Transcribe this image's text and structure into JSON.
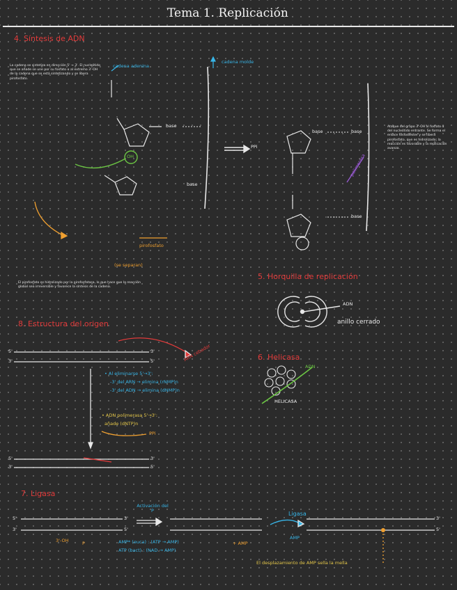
{
  "title": "Tema 1. Replicación",
  "sections": {
    "s4": "4. Síntesis de ADN",
    "s5": "5. Horquilla de replicación",
    "s6": "6. Helicasa",
    "s8": "8. Estructura del origen",
    "s7": "7. Ligasa"
  },
  "s4": {
    "para_left": "La cadena se sintetiza en dirección 5' → 3'. El nucleótido que se añade se une por su fosfato α al extremo 3'-OH de la cadena que se está sintetizando y se libera pirofosfato.",
    "label_adenina": "cadena adenina",
    "label_cadena_molde": "cadena molde",
    "label_oh": "OH",
    "base1": "base",
    "base2": "base",
    "base3": "base",
    "base4": "base",
    "base5": "base",
    "ppi": "PPi",
    "pirofosfato": "pirofosfato",
    "se_separan": "(se separan)",
    "para_right": "Ataque del grupo 3'-OH al fosfato α del nucleótido entrante. Se forma el enlace fosfodiéster y se libera pirofosfato, que es hidrolizado; la reacción es favorable y la replicación avanza.",
    "label_polimerasa": "polimerasa",
    "para_bottom": "El pirofosfato es hidrolizado por la pirofosfatasa, lo que hace que la reacción global sea irreversible y favorece la síntesis de la cadena."
  },
  "s5": {
    "adn": "ADN",
    "anillo": "anillo cerrado"
  },
  "s6": {
    "adn": "ADN",
    "helicasa": "HELICASA"
  },
  "s8": {
    "l1": "• Al eliminarse 5'→3':",
    "l2": "-3' del ARN → elimina (rNMP)n",
    "l3": "-3' del ADN → elimina (dNMP)n",
    "l4": "• ADN polimerasa 5'→3':",
    "l5": "añade (dNTP)n",
    "ppi": "PPi",
    "red_label": "ARN cebador",
    "tick5a": "5'",
    "tick3a": "3'",
    "tick5b": "5'",
    "tick3b": "3'",
    "tick5c": "5'",
    "tick3c": "3'",
    "tick5d": "5'",
    "tick3d": "3'"
  },
  "s7": {
    "activacion": "Activación del P",
    "ligasa": "Ligasa",
    "amp": "AMP",
    "oh": "3'-OH",
    "p": "P",
    "mas_amp": "+ AMP",
    "eq1": "AMP* (euca) : (ATP → AMP)",
    "eq2": "ATP (bact) : (NAD → AMP)",
    "bottom": "El desplazamiento de AMP sella la mella",
    "tick5a": "5'",
    "tick3a": "3'",
    "tick5b": "5'",
    "tick3b": "3'",
    "tick3c": "3'",
    "tick5c": "5'"
  },
  "colors": {
    "background": "#2b2b2b",
    "red": "#e23b3b",
    "orange": "#f0a030",
    "cyan": "#38b6e8",
    "green": "#6cc644",
    "purple": "#9b5bd6"
  }
}
